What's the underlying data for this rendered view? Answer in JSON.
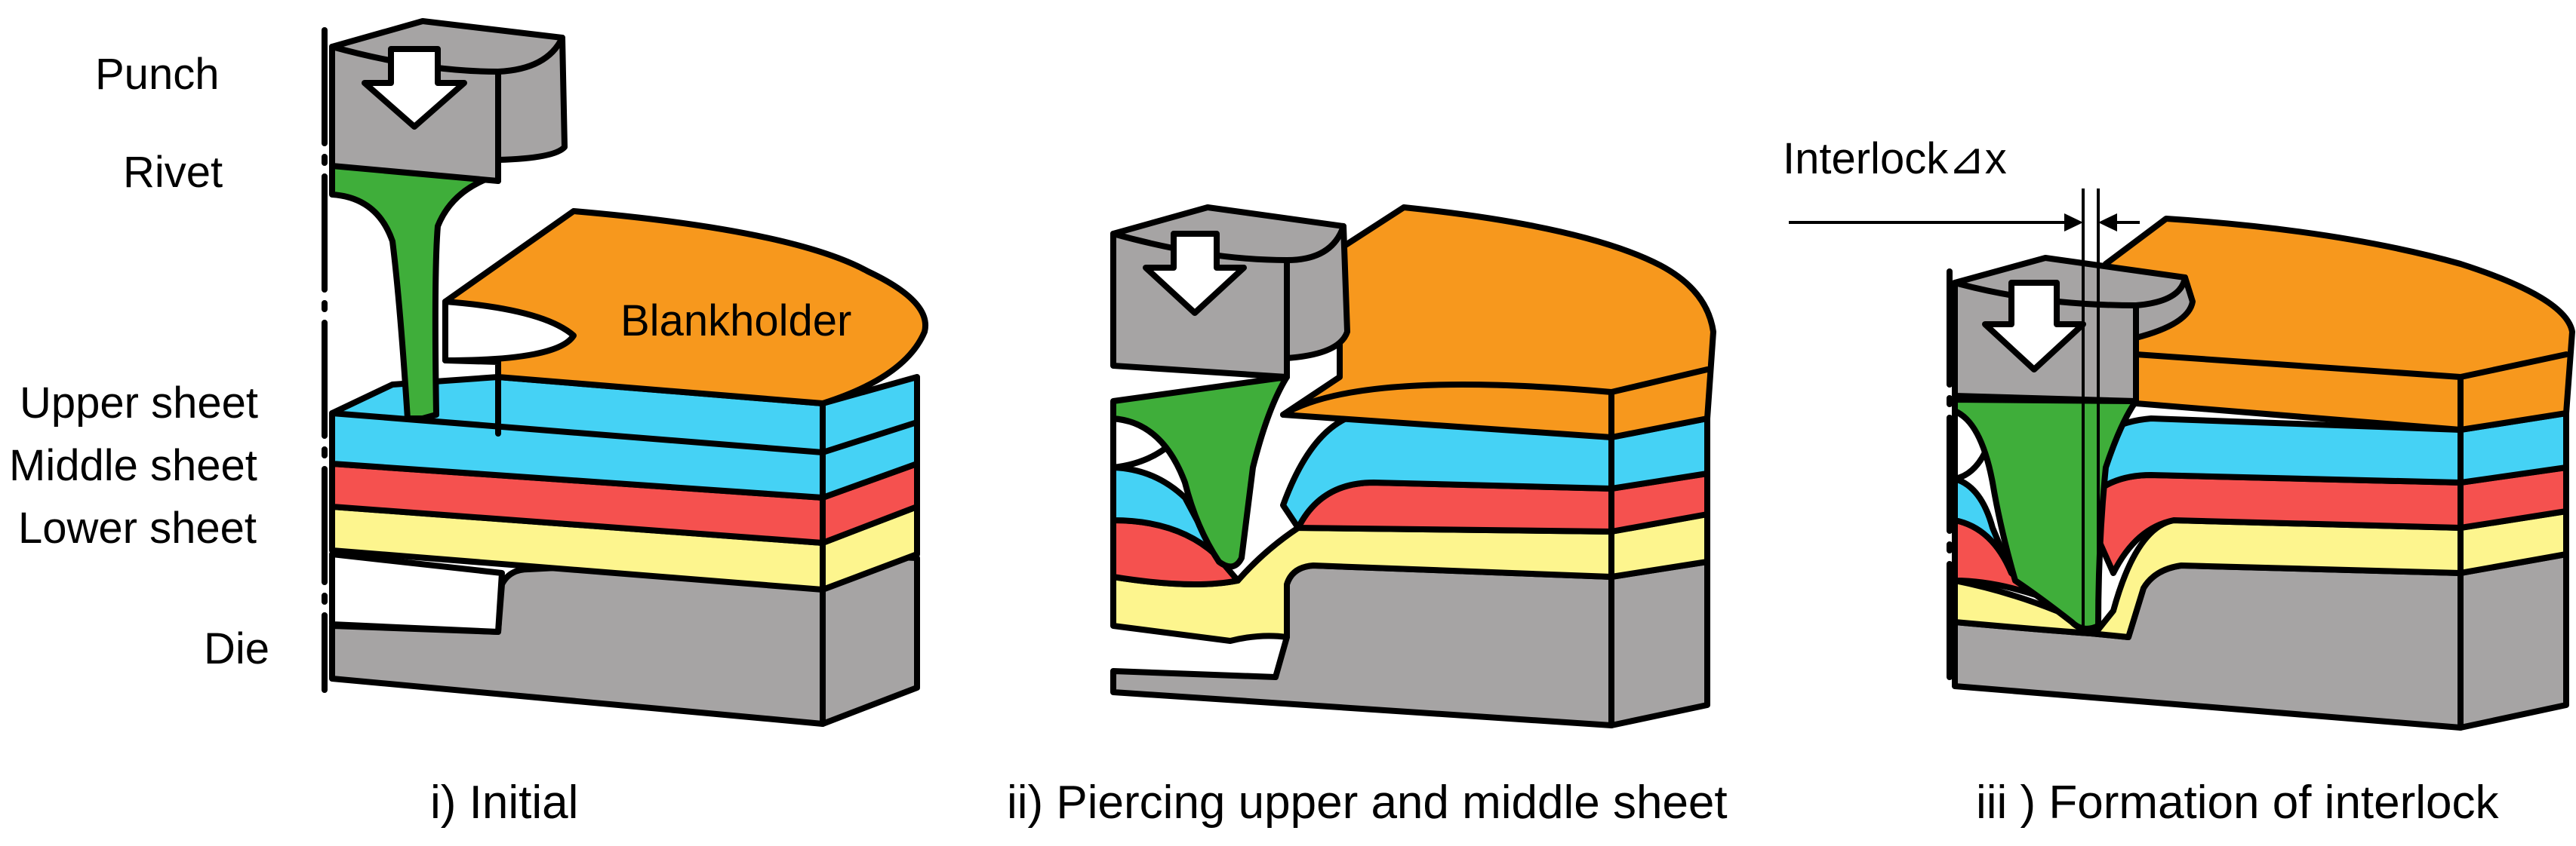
{
  "labels": {
    "punch": "Punch",
    "rivet": "Rivet",
    "blankholder": "Blankholder",
    "upper_sheet": "Upper sheet",
    "middle_sheet": "Middle sheet",
    "lower_sheet": "Lower sheet",
    "die": "Die",
    "interlock": "Interlock⊿x"
  },
  "captions": {
    "stage1": "i) Initial",
    "stage2": "ii) Piercing upper and middle sheet",
    "stage3": "iii ) Formation of interlock"
  },
  "colors": {
    "punch": "#a6a4a4",
    "rivet": "#3fae3a",
    "blankholder": "#f7981d",
    "upper_sheet": "#45d2f5",
    "middle_sheet": "#f5514f",
    "lower_sheet": "#fdf58e",
    "die": "#a6a4a4",
    "arrow": "#ffffff"
  }
}
